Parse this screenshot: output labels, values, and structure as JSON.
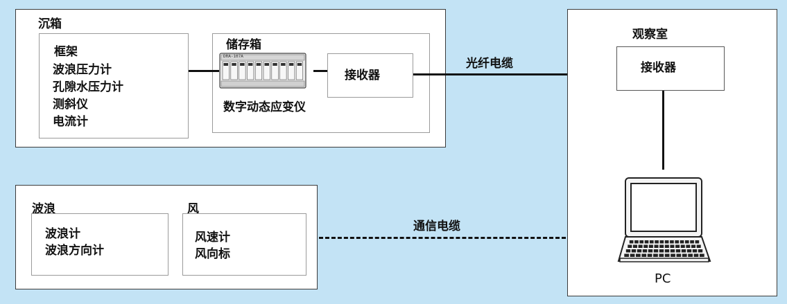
{
  "caisson": {
    "title": "沉箱",
    "frame": {
      "title": "框架",
      "items": [
        "波浪压力计",
        "孔隙水压力计",
        "测斜仪",
        "电流计"
      ]
    },
    "storage": {
      "title": "储存箱",
      "device_label": "数字动态应变仪",
      "device_panel_text": "DRA-107A",
      "receiver": "接收器"
    }
  },
  "cable_fiber": "光纤电缆",
  "observation": {
    "title": "观察室",
    "receiver": "接收器",
    "pc_label": "PC"
  },
  "wave": {
    "title": "波浪",
    "items": [
      "波浪计",
      "波浪方向计"
    ]
  },
  "wind": {
    "title": "风",
    "items": [
      "风速计",
      "风向标"
    ]
  },
  "cable_comm": "通信电缆",
  "colors": {
    "background": "#c3e3f5",
    "box": "#ffffff",
    "line": "#111111"
  }
}
